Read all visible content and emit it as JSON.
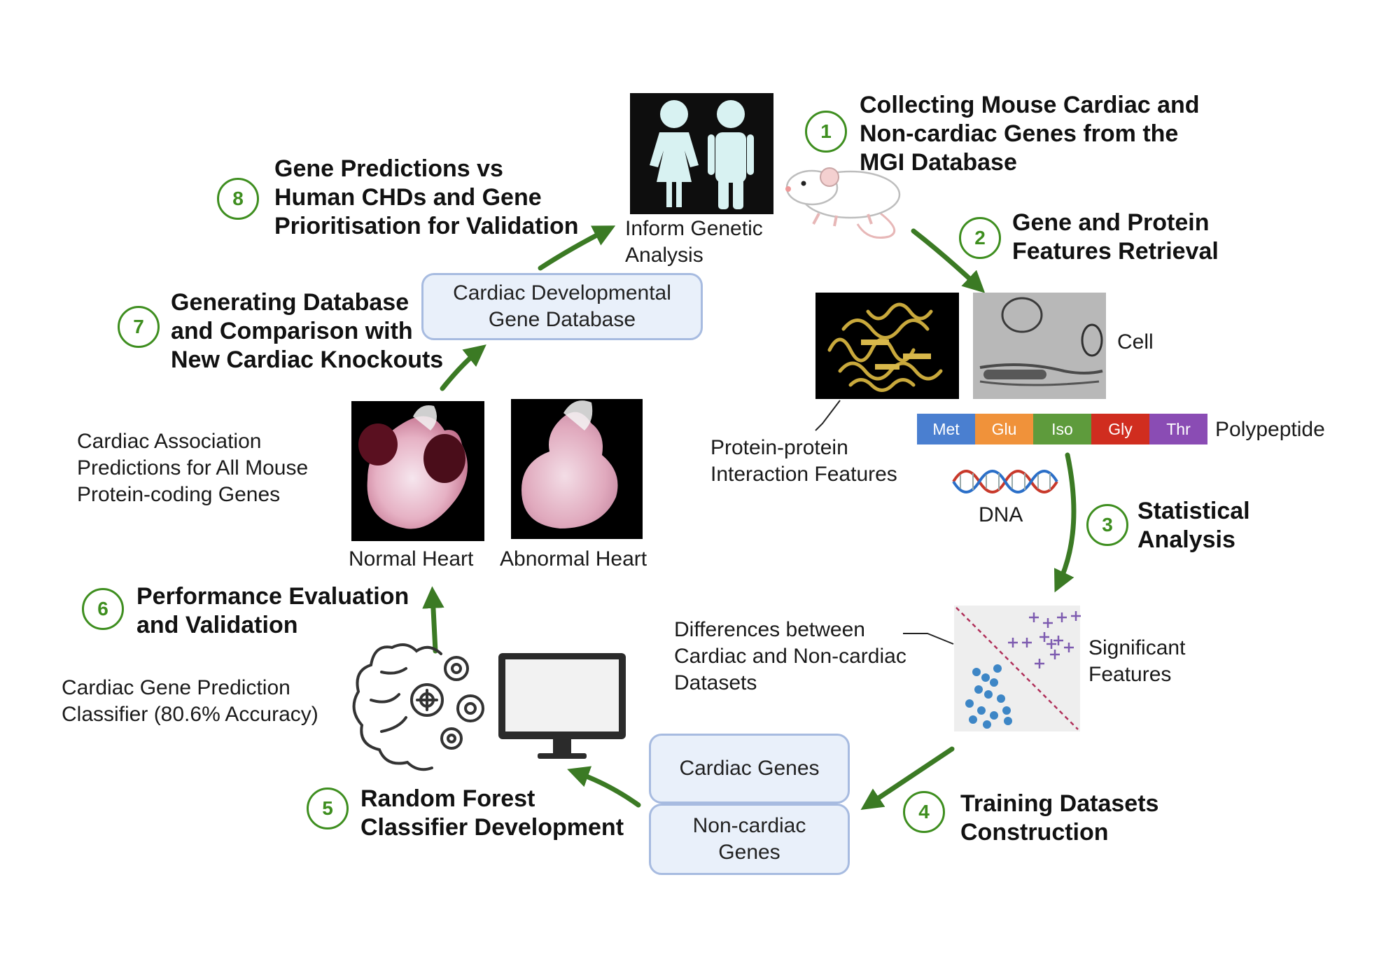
{
  "steps": [
    {
      "num": "1",
      "title": "Collecting Mouse Cardiac and\nNon-cardiac Genes from the\nMGI Database"
    },
    {
      "num": "2",
      "title": "Gene and Protein\nFeatures Retrieval"
    },
    {
      "num": "3",
      "title": "Statistical\nAnalysis"
    },
    {
      "num": "4",
      "title": "Training Datasets\nConstruction"
    },
    {
      "num": "5",
      "title": "Random Forest\nClassifier Development"
    },
    {
      "num": "6",
      "title": "Performance Evaluation\nand Validation"
    },
    {
      "num": "7",
      "title": "Generating Database\nand Comparison with\nNew Cardiac Knockouts"
    },
    {
      "num": "8",
      "title": "Gene Predictions vs\nHuman CHDs and Gene\nPrioritisation for Validation"
    }
  ],
  "labels": {
    "inform": "Inform Genetic\nAnalysis",
    "cell": "Cell",
    "ppi": "Protein-protein\nInteraction Features",
    "polypeptide": "Polypeptide",
    "dna": "DNA",
    "differences": "Differences between\nCardiac and Non-cardiac\nDatasets",
    "significant": "Significant\nFeatures",
    "classifier": "Cardiac Gene Prediction\nClassifier (80.6% Accuracy)",
    "association": "Cardiac Association\nPredictions for All Mouse\nProtein-coding Genes",
    "normal_heart": "Normal Heart",
    "abnormal_heart": "Abnormal Heart"
  },
  "boxes": {
    "database": "Cardiac Developmental\nGene Database",
    "cardiac_genes": "Cardiac Genes",
    "noncardiac_genes": "Non-cardiac\nGenes"
  },
  "amino_acids": [
    {
      "name": "Met",
      "color": "#4a7fd0"
    },
    {
      "name": "Glu",
      "color": "#f0923a"
    },
    {
      "name": "Iso",
      "color": "#5e9b3c"
    },
    {
      "name": "Gly",
      "color": "#d02d1f"
    },
    {
      "name": "Thr",
      "color": "#8a4cb4"
    }
  ],
  "colors": {
    "accent": "#3e8e1f",
    "arrow": "#3b7a24",
    "box_fill": "#e9f0fa",
    "box_border": "#a7bbe0"
  },
  "icons": [
    "people-icon",
    "mouse-icon",
    "protein-structure-icon",
    "cell-micrograph-icon",
    "dna-icon",
    "scatter-plot-icon",
    "brain-gears-icon",
    "monitor-icon",
    "normal-heart-image",
    "abnormal-heart-image"
  ]
}
